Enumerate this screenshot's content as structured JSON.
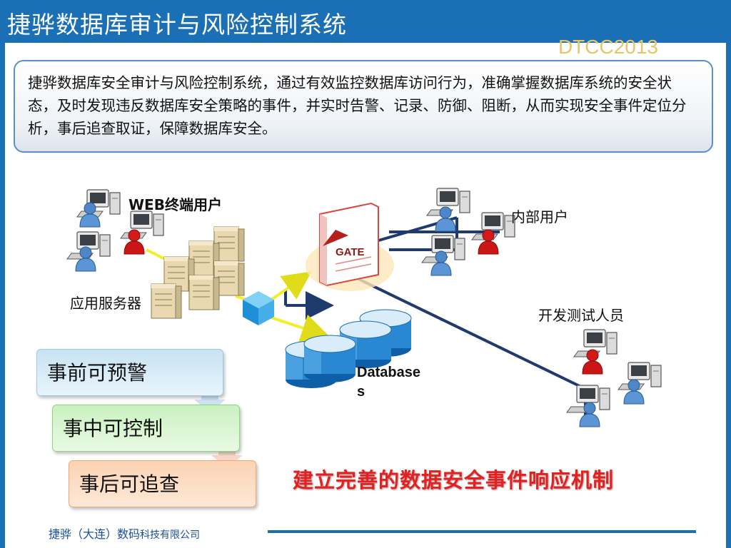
{
  "slide": {
    "title": "捷骅数据库审计与风险控制系统",
    "tag": "DTCC2013",
    "description": "捷骅数据库安全审计与风险控制系统，通过有效监控数据库访问行为，准确掌握数据库系统的安全状态，及时发现违反数据库安全策略的事件，并实时告警、记录、防御、阻断，从而实现安全事件定位分析，事后追查取证，保障数据库安全。"
  },
  "diagram": {
    "web_users_label": "WEB终端用户",
    "app_server_label": "应用服务器",
    "gateway_logo": "GATE",
    "internal_users_label": "内部用户",
    "dev_test_label": "开发测试人员",
    "database_label": "Database",
    "database_label_2": "s"
  },
  "steps": [
    "事前可预警",
    "事中可控制",
    "事后可追查"
  ],
  "slogan": "建立完善的数据安全事件响应机制",
  "footer": {
    "company_blue": "捷骅（大连）数码",
    "company_rest": "科技有限公司"
  },
  "colors": {
    "brand_blue": "#1a6fb5",
    "slogan_red": "#e52020",
    "tag_gold": "#e8c46a",
    "connector_yellow": "#f2ee2a",
    "network_navy": "#1f3b6e"
  }
}
